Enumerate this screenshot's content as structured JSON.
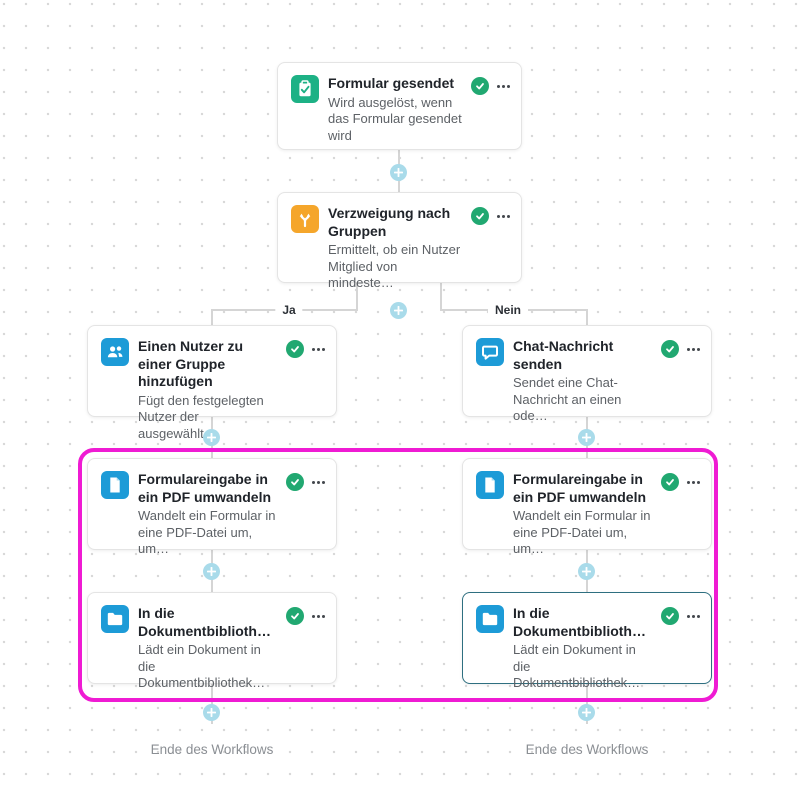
{
  "workflow": {
    "branch_yes_label": "Ja",
    "branch_no_label": "Nein",
    "end_of_workflow_label": "Ende des Workflows",
    "nodes": {
      "trigger": {
        "title": "Formular gesendet",
        "description": "Wird ausgelöst, wenn das Formular gesendet wird",
        "icon": "clipboard-check-icon",
        "icon_bg": "#1db185",
        "status": "success"
      },
      "branch": {
        "title": "Verzweigung nach Gruppen",
        "description": "Ermittelt, ob ein Nutzer Mitglied von mindeste…",
        "icon": "branch-split-icon",
        "icon_bg": "#f5a62b",
        "status": "success"
      },
      "add_user_to_group": {
        "title": "Einen Nutzer zu einer Gruppe hinzufügen",
        "description": "Fügt den festgelegten Nutzer der ausgewählt…",
        "icon": "users-icon",
        "icon_bg": "#1d9bd7",
        "status": "success"
      },
      "send_chat_message": {
        "title": "Chat-Nachricht senden",
        "description": "Sendet eine Chat-Nachricht an einen ode…",
        "icon": "chat-bubble-icon",
        "icon_bg": "#1d9bd7",
        "status": "success"
      },
      "convert_form_to_pdf": {
        "title": "Formulareingabe in ein PDF umwandeln",
        "description": "Wandelt ein Formular in eine PDF-Datei um, um…",
        "icon": "document-icon",
        "icon_bg": "#1d9bd7",
        "status": "success"
      },
      "upload_to_document_library": {
        "title": "In die Dokumentbiblioth…",
        "description": "Lädt ein Dokument in die Dokumentbibliothek…",
        "icon": "folder-icon",
        "icon_bg": "#1d9bd7",
        "status": "success"
      }
    },
    "colors": {
      "status_success": "#21a871",
      "connector": "#d5d5d5",
      "add_button_bg": "#a9dbea",
      "selected_node_border": "#2e6f80",
      "highlight_border": "#ef1bd3",
      "trigger_icon_bg": "#1db185",
      "branch_icon_bg": "#f5a62b",
      "action_icon_bg": "#1d9bd7"
    }
  }
}
